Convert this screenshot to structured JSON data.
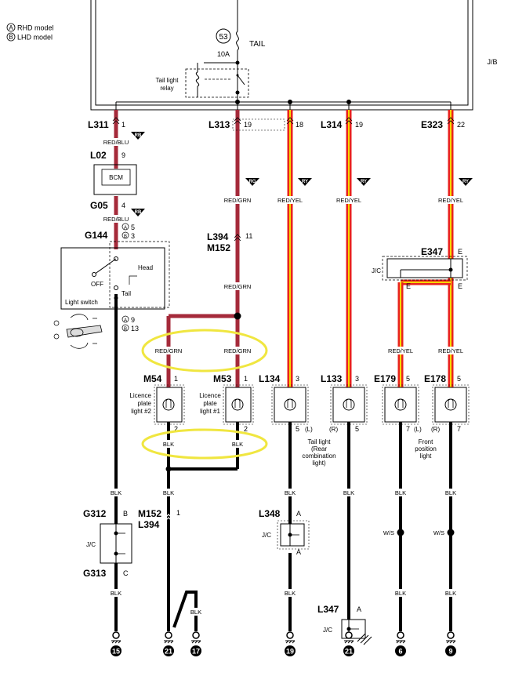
{
  "legend": {
    "a_mark": "A",
    "a_text": "RHD model",
    "b_mark": "B",
    "b_text": "LHD model"
  },
  "fuse": {
    "number": "53",
    "rating": "10A",
    "name": "TAIL"
  },
  "jb_label": "J/B",
  "relay_label_1": "Tail light",
  "relay_label_2": "relay",
  "top_connectors": {
    "l311": "L311",
    "l311_pin": "1",
    "l313": "L313",
    "l313_pin_a": "19",
    "l313_pin_b": "18",
    "l314": "L314",
    "l314_pin": "19",
    "e323": "E323",
    "e323_pin": "22"
  },
  "wire_colors": {
    "red_blu": "RED/BLU",
    "red_grn": "RED/GRN",
    "red_yel": "RED/YEL",
    "blk": "BLK",
    "ws": "W/S"
  },
  "badges": {
    "rb": "RB",
    "rg": "RG",
    "ry": "RY"
  },
  "bcm": {
    "connector_top": "L02",
    "pin_top": "9",
    "label": "BCM",
    "connector_bottom": "G05",
    "pin_bottom": "4"
  },
  "g144": {
    "name": "G144",
    "pin_a": "5",
    "pin_b": "3",
    "pin_a_out": "9",
    "pin_b_out": "13"
  },
  "light_switch": {
    "label": "Light switch",
    "off": "OFF",
    "tail": "Tail",
    "head": "Head"
  },
  "l394_m152": {
    "top": "L394",
    "bottom": "M152",
    "pin": "11"
  },
  "e347": {
    "name": "E347",
    "pin_top": "E",
    "pin_left": "E",
    "pin_right": "E",
    "jc": "J/C"
  },
  "lamps": {
    "m54": {
      "name": "M54",
      "pin_in": "1",
      "pin_out": "2",
      "desc_1": "Licence",
      "desc_2": "plate",
      "desc_3": "light #2"
    },
    "m53": {
      "name": "M53",
      "pin_in": "1",
      "pin_out": "2",
      "desc_1": "Licence",
      "desc_2": "plate",
      "desc_3": "light #1"
    },
    "l134": {
      "name": "L134",
      "pin_in": "3",
      "pin_out": "5",
      "side": "(L)"
    },
    "l133": {
      "name": "L133",
      "pin_in": "3",
      "pin_out": "5",
      "side": "(R)"
    },
    "e179": {
      "name": "E179",
      "pin_in": "5",
      "pin_out": "7",
      "side": "(L)"
    },
    "e178": {
      "name": "E178",
      "pin_in": "5",
      "pin_out": "7",
      "side": "(R)"
    }
  },
  "tail_light_desc": {
    "l1": "Tail light",
    "l2": "(Rear",
    "l3": "combination",
    "l4": "light)"
  },
  "front_pos_desc": {
    "l1": "Front",
    "l2": "position",
    "l3": "light"
  },
  "g312": {
    "name": "G312",
    "pin": "B",
    "jc": "J/C"
  },
  "g313": {
    "name": "G313",
    "pin": "C"
  },
  "m152_l394_lower": {
    "top": "M152",
    "bottom": "L394",
    "pin": "1"
  },
  "l348": {
    "name": "L348",
    "pin_top": "A",
    "pin_bottom": "A",
    "jc": "J/C"
  },
  "l347": {
    "name": "L347",
    "pin": "A",
    "jc": "J/C"
  },
  "grounds": [
    "15",
    "21",
    "17",
    "19",
    "21",
    "6",
    "9"
  ],
  "colors": {
    "red_wire": "#a52a3a",
    "bright_red": "#e8231e",
    "yellow": "#f5d800",
    "highlight": "#f0e640",
    "black": "#000000"
  }
}
